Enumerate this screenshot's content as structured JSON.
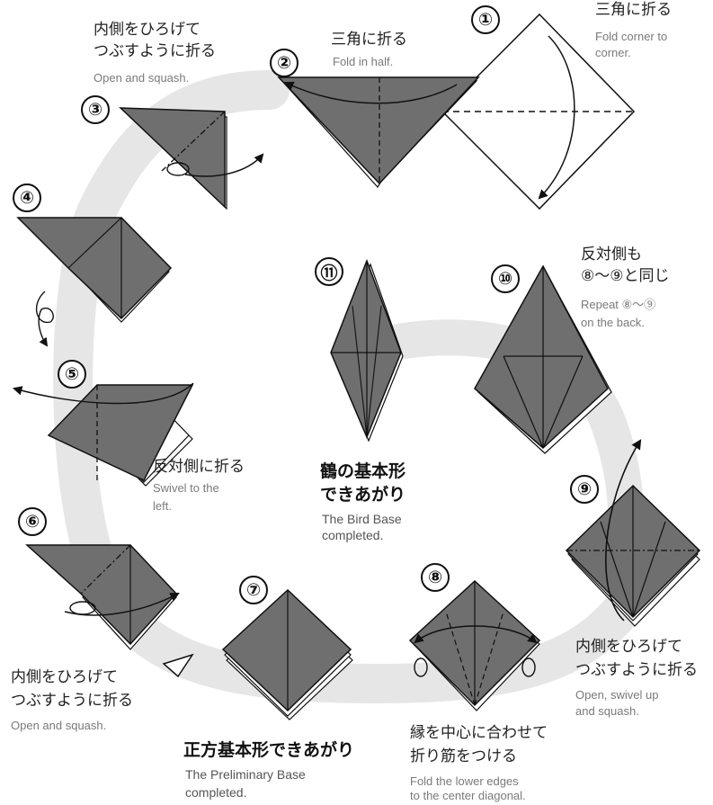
{
  "steps": [
    {
      "num": "①",
      "jp": "三角に折る",
      "en1": "Fold corner to",
      "en2": "corner."
    },
    {
      "num": "②",
      "jp": "三角に折る",
      "en1": "Fold in half."
    },
    {
      "num": "③",
      "jp1": "内側をひろげて",
      "jp2": "つぶすように折る",
      "en1": "Open and squash."
    },
    {
      "num": "④"
    },
    {
      "num": "⑤",
      "jp": "反対側に折る",
      "en1": "Swivel to the",
      "en2": "left."
    },
    {
      "num": "⑥",
      "jp1": "内側をひろげて",
      "jp2": "つぶすように折る",
      "en1": "Open and squash."
    },
    {
      "num": "⑦",
      "jp": "正方基本形できあがり",
      "en1": "The Preliminary Base",
      "en2": "completed."
    },
    {
      "num": "⑧",
      "jp1": "縁を中心に合わせて",
      "jp2": "折り筋をつける",
      "en1": "Fold the lower edges",
      "en2": "to the center diagonal."
    },
    {
      "num": "⑨",
      "jp1": "内側をひろげて",
      "jp2": "つぶすように折る",
      "en1": "Open, swivel up",
      "en2": "and squash."
    },
    {
      "num": "⑩",
      "jp1": "反対側も",
      "jp2": "⑧〜⑨と同じ",
      "en1": "Repeat ⑧〜⑨",
      "en2": "on the back."
    },
    {
      "num": "⑪",
      "jp1": "鶴の基本形",
      "jp2": "できあがり",
      "en1": "The Bird Base",
      "en2": "completed."
    }
  ],
  "colors": {
    "paper": "#6f6f6f",
    "paper_dark": "#5d5d5d",
    "track": "#e6e6e6",
    "line": "#111111"
  }
}
